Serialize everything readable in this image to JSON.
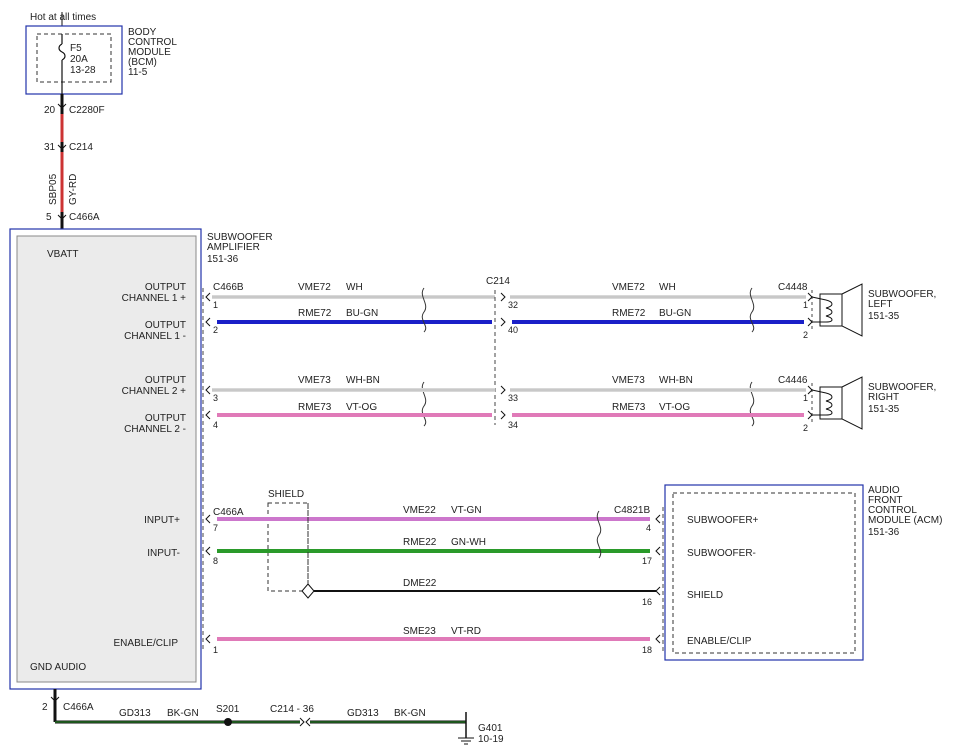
{
  "power": {
    "hot_label": "Hot at all times"
  },
  "bcm": {
    "fuse": "F5",
    "amps": "20A",
    "ref": "13-28",
    "title_lines": [
      "BODY",
      "CONTROL",
      "MODULE",
      "(BCM)",
      "11-5"
    ]
  },
  "feed": {
    "c2280_pin": "20",
    "c2280": "C2280F",
    "c214_pin": "31",
    "c214": "C214",
    "circuit": "SBP05",
    "color": "GY-RD",
    "c466a_pin": "5",
    "c466a": "C466A"
  },
  "amp": {
    "title_lines": [
      "SUBWOOFER",
      "AMPLIFIER",
      "151-36"
    ],
    "vbatt": "VBATT",
    "gnd_audio": "GND AUDIO",
    "out1p_lines": [
      "OUTPUT",
      "CHANNEL 1 +"
    ],
    "out1m_lines": [
      "OUTPUT",
      "CHANNEL 1 -"
    ],
    "out2p_lines": [
      "OUTPUT",
      "CHANNEL 2 +"
    ],
    "out2m_lines": [
      "OUTPUT",
      "CHANNEL 2 -"
    ],
    "input_p": "INPUT+",
    "input_m": "INPUT-",
    "enable_clip": "ENABLE/CLIP"
  },
  "connectors": {
    "c466b": "C466B",
    "c214": "C214",
    "c4448": "C4448",
    "c4446": "C4446",
    "c466a": "C466A",
    "c4821b": "C4821B"
  },
  "pins": {
    "out1p_amp": "1",
    "out1m_amp": "2",
    "out2p_amp": "3",
    "out2m_amp": "4",
    "out1p_mid": "32",
    "out1m_mid": "40",
    "out2p_mid": "33",
    "out2m_mid": "34",
    "spkL_p": "1",
    "spkL_m": "2",
    "spkR_p": "1",
    "spkR_m": "2",
    "inp_amp": "7",
    "inm_amp": "8",
    "en_amp": "1",
    "inp_acm": "4",
    "inm_acm": "17",
    "shield_acm": "16",
    "en_acm": "18",
    "gnd_pin": "2"
  },
  "wires": {
    "vme72": "VME72",
    "wh": "WH",
    "rme72": "RME72",
    "bu_gn": "BU-GN",
    "vme73": "VME73",
    "wh_bn": "WH-BN",
    "rme73": "RME73",
    "vt_og": "VT-OG",
    "vme22": "VME22",
    "vt_gn": "VT-GN",
    "rme22": "RME22",
    "gn_wh": "GN-WH",
    "dme22": "DME22",
    "sme23": "SME23",
    "vt_rd": "VT-RD"
  },
  "shield_label": "SHIELD",
  "speakers": {
    "left_lines": [
      "SUBWOOFER,",
      "LEFT",
      "151-35"
    ],
    "right_lines": [
      "SUBWOOFER,",
      "RIGHT",
      "151-35"
    ]
  },
  "acm": {
    "title_lines": [
      "AUDIO",
      "FRONT",
      "CONTROL",
      "MODULE (ACM)",
      "151-36"
    ],
    "sub_p": "SUBWOOFER+",
    "sub_m": "SUBWOOFER-",
    "shield": "SHIELD",
    "enable_clip": "ENABLE/CLIP"
  },
  "ground": {
    "circuit": "GD313",
    "color": "BK-GN",
    "splice": "S201",
    "c214_36": "C214 - 36",
    "circuit2": "GD313",
    "color2": "BK-GN",
    "g401": "G401",
    "g401_ref": "10-19"
  },
  "colors": {
    "wh": "#d8d8d8",
    "bu_gn": "#1a20c8",
    "wh_bn": "#d8d8d8",
    "vt_og": "#e07ab8",
    "vt_gn": "#cc77cc",
    "gn_wh": "#2a9a2a",
    "vt_rd": "#e07ab8",
    "gy_rd": "#cc3333",
    "bk": "#111111",
    "module_border": "#2233aa",
    "module_fill": "#ebebeb"
  }
}
